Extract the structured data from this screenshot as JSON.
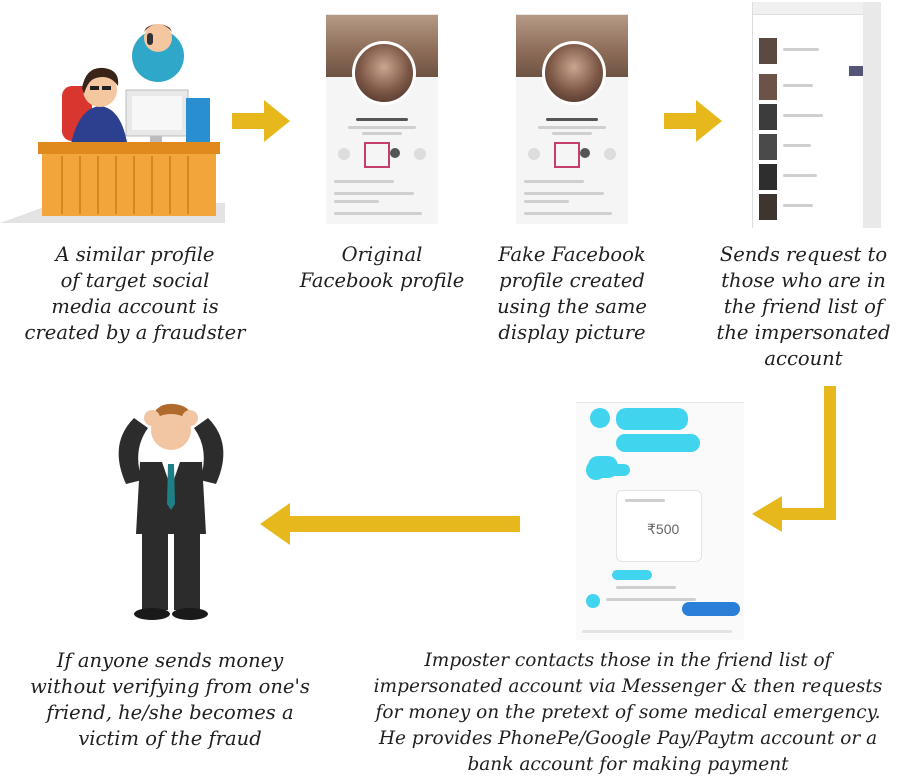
{
  "steps": [
    {
      "id": "fraudster",
      "caption": [
        "A similar profile",
        "of target social",
        "media account is",
        "created by a fraudster"
      ]
    },
    {
      "id": "original",
      "caption": [
        "Original",
        "Facebook profile"
      ]
    },
    {
      "id": "fake",
      "caption": [
        "Fake Facebook",
        "profile created",
        "using the same",
        "display picture"
      ]
    },
    {
      "id": "request",
      "caption": [
        "Sends request to",
        "those who are in",
        "the friend list of",
        "the impersonated",
        "account"
      ]
    },
    {
      "id": "imposter",
      "caption": [
        "Imposter contacts those in the friend list of",
        "impersonated account via Messenger & then requests",
        "for money on the pretext of some medical emergency.",
        "He provides PhonePe/Google Pay/Paytm account or a",
        "bank account for making payment"
      ]
    },
    {
      "id": "victim",
      "caption": [
        "If anyone sends money",
        "without verifying from one's",
        "friend, he/she becomes a",
        "victim of the fraud"
      ]
    }
  ],
  "messenger": {
    "amount": "₹500"
  },
  "colors": {
    "arrow": "#e6b81c",
    "chat_bubble": "#41d4ee",
    "desk": "#f2a53b",
    "text": "#1f1f1f"
  },
  "icons": [
    "fraudster-illustration-icon",
    "phone-call-person-icon",
    "facebook-profile-screenshot-icon",
    "friend-list-screenshot-icon",
    "messenger-chat-screenshot-icon",
    "stressed-man-icon"
  ]
}
